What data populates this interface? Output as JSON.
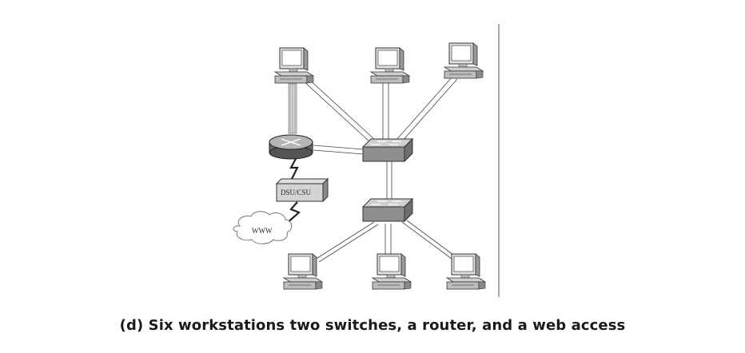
{
  "diagram": {
    "dsu_label": "DSU/CSU",
    "www_label": "WWW",
    "caption": "(d) Six workstations two switches, a router, and a web access"
  }
}
